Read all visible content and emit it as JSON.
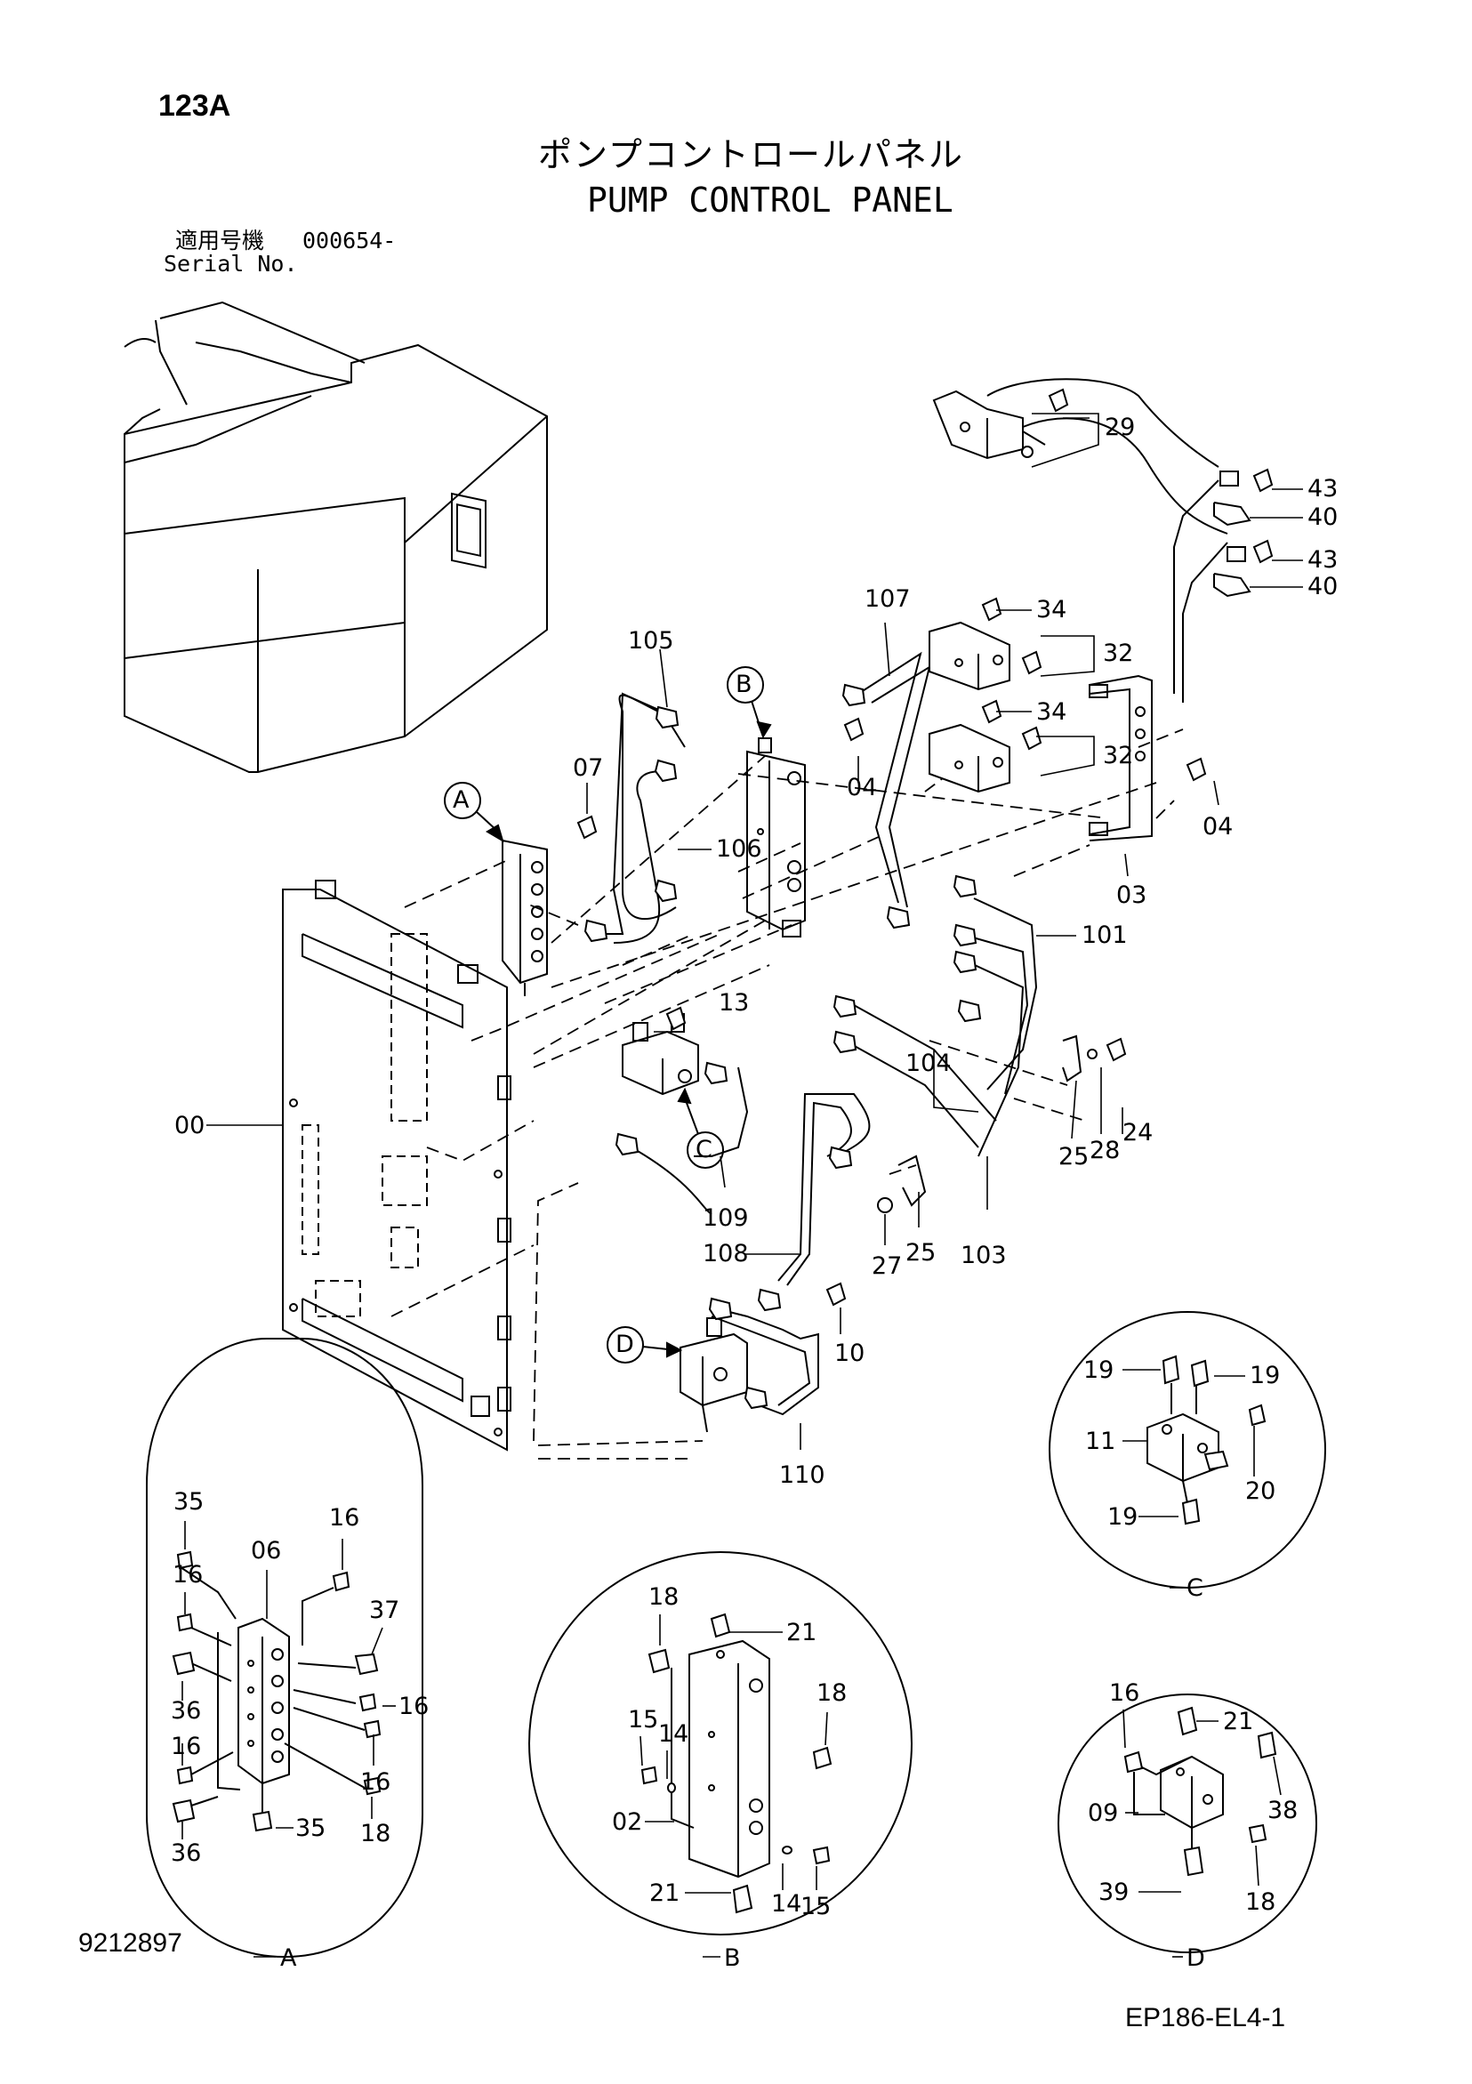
{
  "page_number": "123A",
  "title_jp": "ポンプコントロールパネル",
  "title_en": "PUMP CONTROL PANEL",
  "serial": {
    "label_jp": "適用号機",
    "value": "000654-",
    "label_en": "Serial No."
  },
  "drawing_number": "9212897",
  "figure_code": "EP186-EL4-1",
  "callouts": {
    "a": "A",
    "b": "B",
    "c": "C",
    "d": "D"
  },
  "detail_names": {
    "a": "A",
    "b": "B",
    "c": "C",
    "d": "D"
  },
  "labels": {
    "l29": "29",
    "l43a": "43",
    "l40a": "40",
    "l43b": "43",
    "l40b": "40",
    "l107": "107",
    "l34a": "34",
    "l32a": "32",
    "l105": "105",
    "l34b": "34",
    "l32b": "32",
    "l07": "07",
    "l04a": "04",
    "l04b": "04",
    "l106": "106",
    "l03": "03",
    "l101": "101",
    "l13": "13",
    "l00": "00",
    "l104": "104",
    "l24": "24",
    "l25a": "25",
    "l28": "28",
    "l109": "109",
    "l108": "108",
    "l27": "27",
    "l25b": "25",
    "l103": "103",
    "l10": "10",
    "l110": "110",
    "a35a": "35",
    "a16a": "16",
    "a06": "06",
    "a16b": "16",
    "a37": "37",
    "a36a": "36",
    "a16c": "16",
    "a16d": "16",
    "a16e": "16",
    "a36b": "36",
    "a35b": "35",
    "a18": "18",
    "b18a": "18",
    "b21a": "21",
    "b18b": "18",
    "b15a": "15",
    "b14a": "14",
    "b02": "02",
    "b21b": "21",
    "b14b": "14",
    "b15b": "15",
    "c19a": "19",
    "c19b": "19",
    "c11": "11",
    "c20": "20",
    "c19c": "19",
    "d16": "16",
    "d21": "21",
    "d38": "38",
    "d09": "09",
    "d39": "39",
    "d18": "18"
  }
}
